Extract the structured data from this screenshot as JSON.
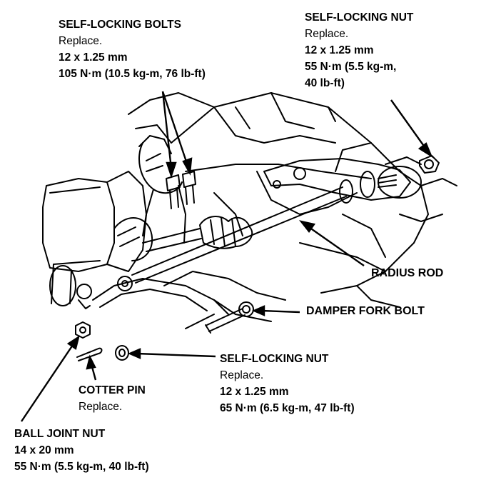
{
  "callouts": {
    "bolts": {
      "title": "SELF-LOCKING BOLTS",
      "note": "Replace.",
      "size": "12 x 1.25 mm",
      "torque": "105 N·m (10.5 kg-m, 76 lb-ft)"
    },
    "nut_top": {
      "title": "SELF-LOCKING NUT",
      "note": "Replace.",
      "size": "12 x 1.25 mm",
      "torque_1": "55 N·m (5.5 kg-m,",
      "torque_2": "40 lb-ft)"
    },
    "radius_rod": {
      "title": "RADIUS ROD"
    },
    "damper_bolt": {
      "title": "DAMPER FORK BOLT"
    },
    "nut_bottom": {
      "title": "SELF-LOCKING NUT",
      "note": "Replace.",
      "size": "12 x 1.25 mm",
      "torque": "65 N·m (6.5 kg-m, 47 lb-ft)"
    },
    "cotter_pin": {
      "title": "COTTER PIN",
      "note": "Replace."
    },
    "ball_joint": {
      "title": "BALL JOINT NUT",
      "size": "14 x 20 mm",
      "torque": "55 N·m (5.5 kg-m, 40 lb-ft)"
    }
  }
}
